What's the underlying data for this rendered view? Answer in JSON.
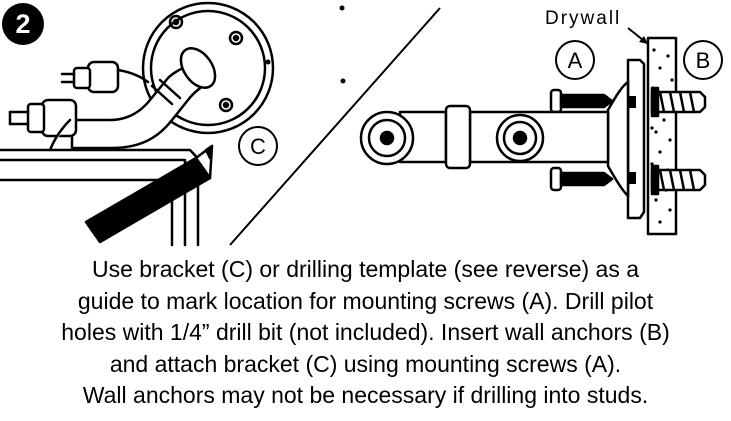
{
  "step": {
    "number": "2"
  },
  "labels": {
    "bracket": "C",
    "screw": "A",
    "anchor": "B",
    "wall": "Drywall"
  },
  "instructions": {
    "lines": [
      "Use bracket (C) or drilling template (see reverse) as a",
      "guide to mark location for mounting screws (A). Drill pilot",
      "holes with 1/4” drill bit (not included). Insert wall anchors (B)",
      "and attach bracket (C) using mounting screws (A).",
      "Wall anchors may not be necessary if drilling into studs."
    ]
  }
}
